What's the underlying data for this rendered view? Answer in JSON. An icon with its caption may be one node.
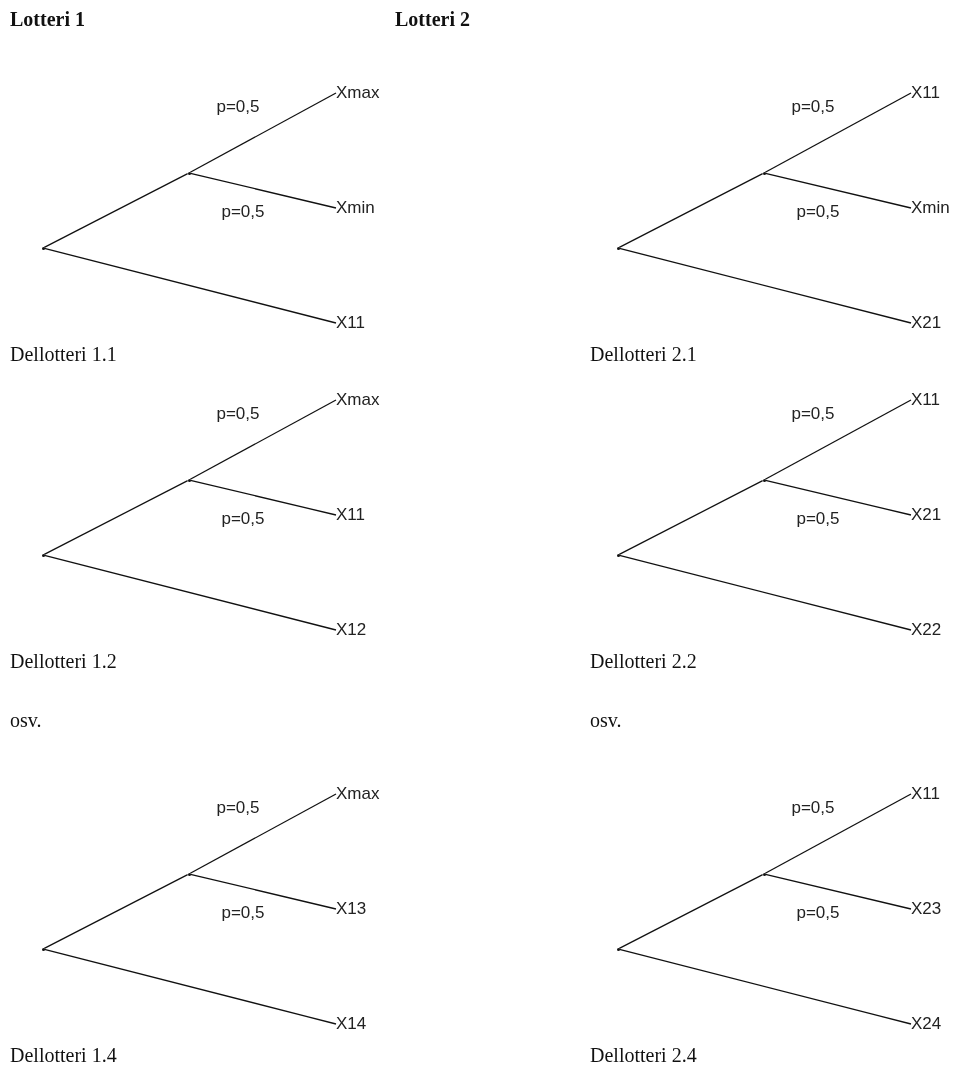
{
  "diagram": {
    "nodes": [
      {
        "text": [],
        "shape": "point"
      },
      {
        "text": [],
        "shape": "point"
      },
      {
        "text": [
          "Xmax"
        ]
      },
      {
        "text": [
          "Xmin"
        ]
      },
      {
        "text": [
          "X11"
        ]
      },
      {
        "text": [],
        "shape": "point"
      },
      {
        "text": [],
        "shape": "point"
      },
      {
        "text": [
          "X11"
        ]
      },
      {
        "text": [
          "Xmin"
        ]
      },
      {
        "text": [
          "X21"
        ]
      },
      {
        "text": [],
        "shape": "point"
      },
      {
        "text": [],
        "shape": "point"
      },
      {
        "text": [
          "Xmax"
        ]
      },
      {
        "text": [
          "X11"
        ]
      },
      {
        "text": [
          "X12"
        ]
      },
      {
        "text": [],
        "shape": "point"
      },
      {
        "text": [],
        "shape": "point"
      },
      {
        "text": [
          "X11"
        ]
      },
      {
        "text": [
          "X21"
        ]
      },
      {
        "text": [
          "X22"
        ]
      },
      {
        "text": [],
        "shape": "point"
      },
      {
        "text": [],
        "shape": "point"
      },
      {
        "text": [
          "Xmax"
        ]
      },
      {
        "text": [
          "X13"
        ]
      },
      {
        "text": [
          "X14"
        ]
      },
      {
        "text": [],
        "shape": "point"
      },
      {
        "text": [],
        "shape": "point"
      },
      {
        "text": [
          "X11"
        ]
      },
      {
        "text": [
          "X23"
        ]
      },
      {
        "text": [
          "X24"
        ]
      }
    ],
    "edges": [
      {
        "from": 0,
        "to": 1,
        "arrow": "none"
      },
      {
        "from": 1,
        "to": 2,
        "arrow": "none",
        "label": "p=0,5"
      },
      {
        "from": 1,
        "to": 3,
        "arrow": "none",
        "label": "p=0,5"
      },
      {
        "from": 0,
        "to": 4,
        "arrow": "none"
      },
      {
        "from": 5,
        "to": 6,
        "arrow": "none"
      },
      {
        "from": 6,
        "to": 7,
        "arrow": "none",
        "label": "p=0,5"
      },
      {
        "from": 6,
        "to": 8,
        "arrow": "none",
        "label": "p=0,5"
      },
      {
        "from": 5,
        "to": 9,
        "arrow": "none"
      },
      {
        "from": 10,
        "to": 11,
        "arrow": "none"
      },
      {
        "from": 11,
        "to": 12,
        "arrow": "none",
        "label": "p=0,5"
      },
      {
        "from": 11,
        "to": 13,
        "arrow": "none",
        "label": "p=0,5"
      },
      {
        "from": 10,
        "to": 14,
        "arrow": "none"
      },
      {
        "from": 15,
        "to": 16,
        "arrow": "none"
      },
      {
        "from": 16,
        "to": 17,
        "arrow": "none",
        "label": "p=0,5"
      },
      {
        "from": 16,
        "to": 18,
        "arrow": "none",
        "label": "p=0,5"
      },
      {
        "from": 15,
        "to": 19,
        "arrow": "none"
      },
      {
        "from": 20,
        "to": 21,
        "arrow": "none"
      },
      {
        "from": 21,
        "to": 22,
        "arrow": "none",
        "label": "p=0,5"
      },
      {
        "from": 21,
        "to": 23,
        "arrow": "none",
        "label": "p=0,5"
      },
      {
        "from": 20,
        "to": 24,
        "arrow": "none"
      },
      {
        "from": 25,
        "to": 26,
        "arrow": "none"
      },
      {
        "from": 26,
        "to": 27,
        "arrow": "none",
        "label": "p=0,5"
      },
      {
        "from": 26,
        "to": 28,
        "arrow": "none",
        "label": "p=0,5"
      },
      {
        "from": 25,
        "to": 29,
        "arrow": "none"
      }
    ],
    "labels": [
      "Lotteri 1",
      "Lotteri 2",
      "Dellotteri 1.1",
      "Dellotteri 2.1",
      "Dellotteri 1.2",
      "Dellotteri 2.2",
      "osv.",
      "osv.",
      "Dellotteri 1.4",
      "Dellotteri 2.4"
    ]
  }
}
